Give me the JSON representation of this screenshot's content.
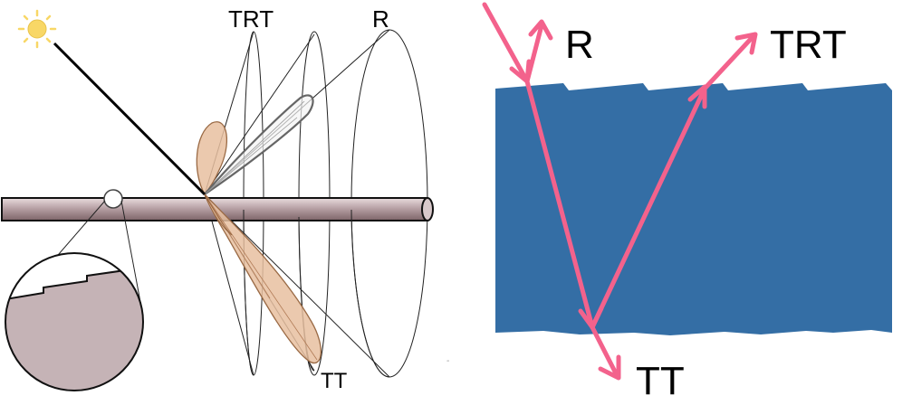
{
  "left_panel": {
    "label_trt": "TRT",
    "label_r": "R",
    "label_tt": "TT"
  },
  "right_panel": {
    "label_r": "R",
    "label_trt": "TRT",
    "label_tt": "TT"
  },
  "colors": {
    "hair": "#b8a2a6",
    "lobe_fill": "#e8c0a0",
    "lobe_stroke": "#b07a55",
    "fiber": "#346ea5",
    "ray": "#f3628c",
    "sun": "#f8d766"
  },
  "icons": [
    "sun-icon"
  ]
}
